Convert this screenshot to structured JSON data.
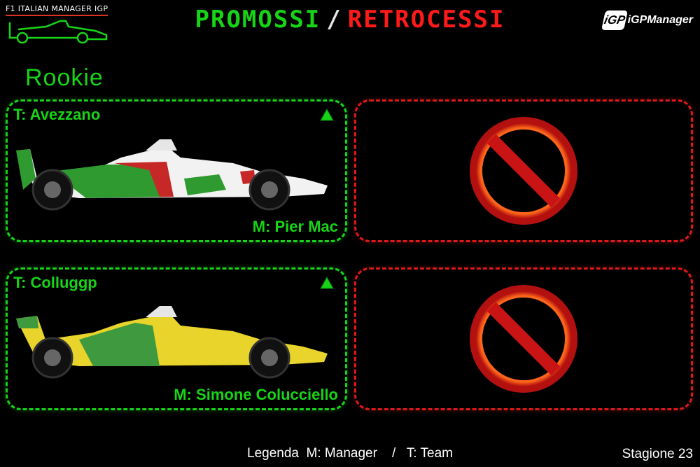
{
  "header": {
    "logo_text": "F1 ITALIAN MANAGER IGP",
    "title_promoted": "PROMOSSI",
    "title_separator": "/",
    "title_relegated": "RETROCESSI",
    "brand_badge": "iGP",
    "brand_name": "iGPManager"
  },
  "category": "Rookie",
  "promoted": [
    {
      "team": "T: Avezzano",
      "manager": "M: Pier Mac",
      "car_colors": {
        "primary": "#2f9a2f",
        "secondary": "#f2f2f2",
        "accent": "#c62828"
      }
    },
    {
      "team": "T: Colluggp",
      "manager": "M: Simone Colucciello",
      "car_colors": {
        "primary": "#3f9a3f",
        "secondary": "#e8d42a",
        "accent": "#e8d42a"
      }
    }
  ],
  "relegated": [
    {
      "icon": "no-entry-icon"
    },
    {
      "icon": "no-entry-icon"
    }
  ],
  "footer": {
    "legend": "Legenda  M: Manager    /   T: Team",
    "season": "Stagione 23"
  },
  "colors": {
    "promoted": "#17d417",
    "relegated": "#e01818",
    "background": "#000000"
  }
}
